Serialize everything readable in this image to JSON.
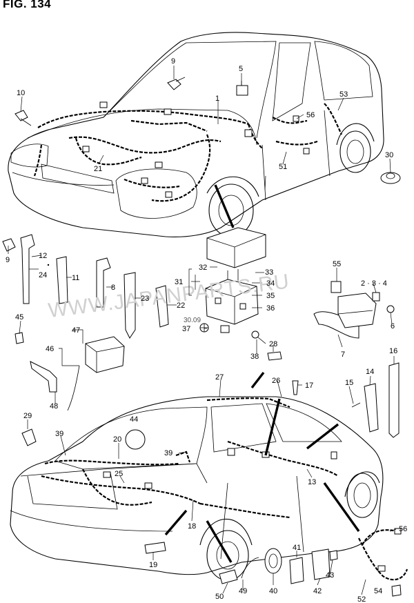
{
  "figure": {
    "title": "FIG. 134"
  },
  "watermark": "WWW.JAPANPARTS.RU",
  "date_stamp": "30.09",
  "callouts": [
    {
      "id": "c1",
      "label": "1"
    },
    {
      "id": "c2",
      "label": "2 · 3 · 4"
    },
    {
      "id": "c5",
      "label": "5"
    },
    {
      "id": "c6",
      "label": "6"
    },
    {
      "id": "c7",
      "label": "7"
    },
    {
      "id": "c8",
      "label": "8"
    },
    {
      "id": "c9a",
      "label": "9"
    },
    {
      "id": "c9b",
      "label": "9"
    },
    {
      "id": "c10",
      "label": "10"
    },
    {
      "id": "c11",
      "label": "11"
    },
    {
      "id": "c12",
      "label": "12"
    },
    {
      "id": "c13",
      "label": "13"
    },
    {
      "id": "c14",
      "label": "14"
    },
    {
      "id": "c15",
      "label": "15"
    },
    {
      "id": "c16",
      "label": "16"
    },
    {
      "id": "c17",
      "label": "17"
    },
    {
      "id": "c18",
      "label": "18"
    },
    {
      "id": "c19",
      "label": "19"
    },
    {
      "id": "c20",
      "label": "20"
    },
    {
      "id": "c21",
      "label": "21"
    },
    {
      "id": "c22",
      "label": "22"
    },
    {
      "id": "c23",
      "label": "23"
    },
    {
      "id": "c24",
      "label": "24"
    },
    {
      "id": "c25",
      "label": "25"
    },
    {
      "id": "c26",
      "label": "26"
    },
    {
      "id": "c27",
      "label": "27"
    },
    {
      "id": "c28",
      "label": "28"
    },
    {
      "id": "c29",
      "label": "29"
    },
    {
      "id": "c30",
      "label": "30"
    },
    {
      "id": "c31",
      "label": "31"
    },
    {
      "id": "c32",
      "label": "32"
    },
    {
      "id": "c33",
      "label": "33"
    },
    {
      "id": "c34",
      "label": "34"
    },
    {
      "id": "c35",
      "label": "35"
    },
    {
      "id": "c36",
      "label": "36"
    },
    {
      "id": "c37",
      "label": "37"
    },
    {
      "id": "c38",
      "label": "38"
    },
    {
      "id": "c39a",
      "label": "39"
    },
    {
      "id": "c39b",
      "label": "39"
    },
    {
      "id": "c40",
      "label": "40"
    },
    {
      "id": "c41",
      "label": "41"
    },
    {
      "id": "c42",
      "label": "42"
    },
    {
      "id": "c43",
      "label": "43"
    },
    {
      "id": "c44",
      "label": "44"
    },
    {
      "id": "c45",
      "label": "45"
    },
    {
      "id": "c46",
      "label": "46"
    },
    {
      "id": "c47",
      "label": "47"
    },
    {
      "id": "c48",
      "label": "48"
    },
    {
      "id": "c49",
      "label": "49"
    },
    {
      "id": "c50",
      "label": "50"
    },
    {
      "id": "c51",
      "label": "51"
    },
    {
      "id": "c52",
      "label": "52"
    },
    {
      "id": "c53",
      "label": "53"
    },
    {
      "id": "c54",
      "label": "54"
    },
    {
      "id": "c55",
      "label": "55"
    },
    {
      "id": "c56a",
      "label": "56"
    },
    {
      "id": "c56b",
      "label": "56"
    }
  ]
}
